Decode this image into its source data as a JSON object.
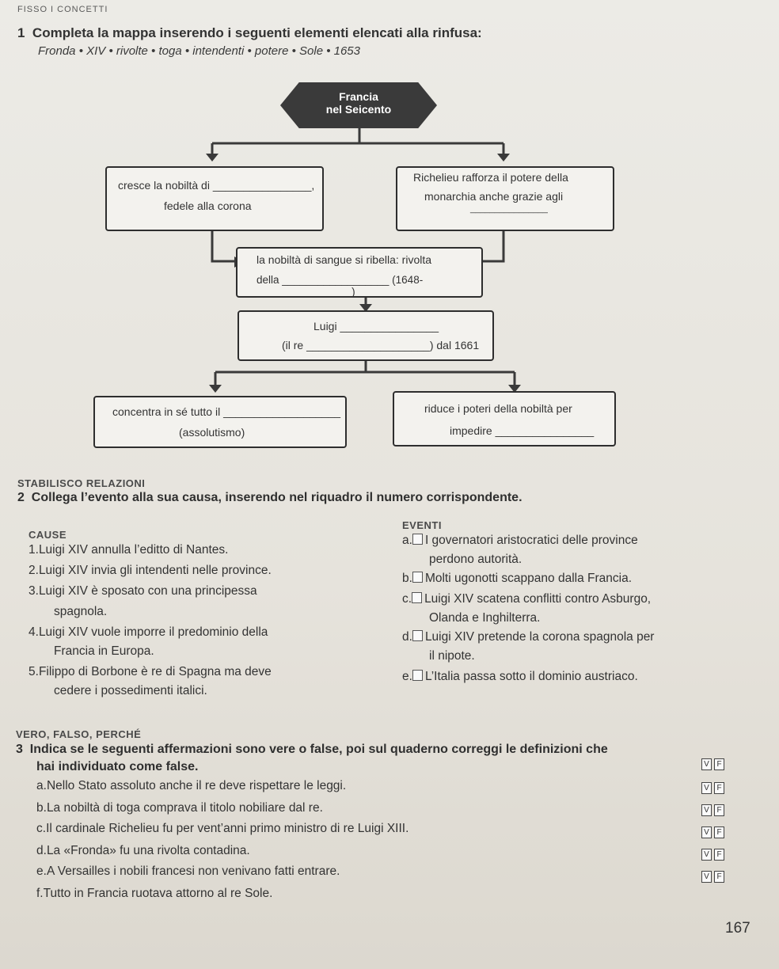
{
  "header": {
    "section": "FISSO I CONCETTI"
  },
  "ex1": {
    "number": "1",
    "instruction": "Completa la mappa inserendo i seguenti elementi elencati alla rinfusa:",
    "words": "Fronda • XIV • rivolte • toga • intendenti • potere • Sole • 1653"
  },
  "map": {
    "top": {
      "line1": "Francia",
      "line2": "nel Seicento"
    },
    "left1": {
      "line1": "cresce la nobiltà di ________________,",
      "line2": "fedele alla corona"
    },
    "right1": {
      "line1": "Richelieu rafforza il potere della",
      "line2": "monarchia anche grazie agli",
      "line3": "________________"
    },
    "mid": {
      "line1": "la nobiltà di sangue si ribella: rivolta",
      "line2": "della __________________ (1648-________________)"
    },
    "luigi": {
      "line1": "Luigi ________________",
      "line2": "(il re ____________________) dal 1661"
    },
    "left2": {
      "line1": "concentra in sé tutto il ___________________",
      "line2": "(assolutismo)"
    },
    "right2": {
      "line1": "riduce i poteri della nobiltà per",
      "line2": "impedire ________________"
    }
  },
  "ex2": {
    "section": "STABILISCO RELAZIONI",
    "number": "2",
    "instruction": "Collega l’evento alla sua causa, inserendo nel riquadro il numero corrispondente.",
    "causes_header": "CAUSE",
    "events_header": "EVENTI",
    "causes": [
      {
        "n": "1.",
        "line1": "Luigi XIV annulla l’editto di Nantes.",
        "line2": ""
      },
      {
        "n": "2.",
        "line1": "Luigi XIV invia gli intendenti nelle province.",
        "line2": ""
      },
      {
        "n": "3.",
        "line1": "Luigi XIV è sposato con una principessa",
        "line2": "spagnola."
      },
      {
        "n": "4.",
        "line1": "Luigi XIV vuole imporre il predominio della",
        "line2": "Francia in Europa."
      },
      {
        "n": "5.",
        "line1": "Filippo di Borbone è re di Spagna ma deve",
        "line2": "cedere i possedimenti italici."
      }
    ],
    "events": [
      {
        "l": "a.",
        "line1": "I governatori aristocratici delle province",
        "line2": "perdono autorità."
      },
      {
        "l": "b.",
        "line1": "Molti ugonotti scappano dalla Francia.",
        "line2": ""
      },
      {
        "l": "c.",
        "line1": "Luigi XIV scatena conflitti contro Asburgo,",
        "line2": "Olanda e Inghilterra."
      },
      {
        "l": "d.",
        "line1": "Luigi XIV pretende la corona spagnola per",
        "line2": "il nipote."
      },
      {
        "l": "e.",
        "line1": "L’Italia passa sotto il dominio austriaco.",
        "line2": ""
      }
    ]
  },
  "ex3": {
    "section": "VERO, FALSO, PERCHÉ",
    "number": "3",
    "instruction1": "Indica se le seguenti affermazioni sono vere o false, poi sul quaderno correggi le definizioni che",
    "instruction2": "hai individuato come false.",
    "true_label": "V",
    "false_label": "F",
    "items": [
      {
        "l": "a.",
        "text": "Nello Stato assoluto anche il re deve rispettare le leggi."
      },
      {
        "l": "b.",
        "text": "La nobiltà di toga comprava il titolo nobiliare dal re."
      },
      {
        "l": "c.",
        "text": "Il cardinale Richelieu fu per vent’anni primo ministro di re Luigi XIII."
      },
      {
        "l": "d.",
        "text": "La «Fronda» fu una rivolta contadina."
      },
      {
        "l": "e.",
        "text": "A Versailles i nobili francesi non venivano fatti entrare."
      },
      {
        "l": "f.",
        "text": "Tutto in Francia ruotava attorno al re Sole."
      }
    ]
  },
  "page_number": "167"
}
